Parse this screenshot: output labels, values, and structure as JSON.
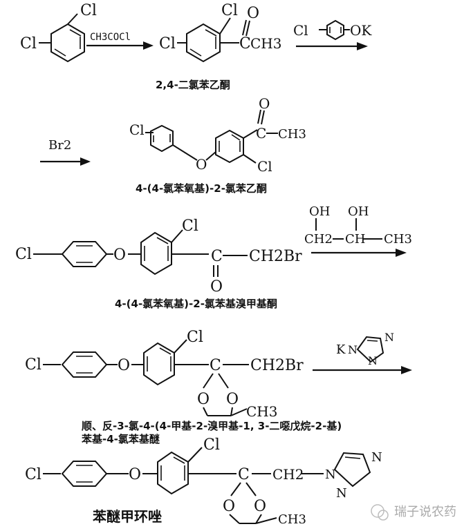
{
  "step1": {
    "reactant_cl_top": "Cl",
    "reactant_cl_left": "Cl",
    "reagent": "CH3COCl",
    "product_cl_top": "Cl",
    "product_cl_left": "Cl",
    "product_o": "O",
    "product_c": "C",
    "product_ch3": "CH3",
    "caption": "2,4-二氯苯乙酮",
    "next_reagent_cl": "Cl",
    "next_reagent_ok": "OK"
  },
  "step2": {
    "reagent": "Br2",
    "cl_left": "Cl",
    "o_bridge": "O",
    "c_label": "C",
    "ch3_label": "CH3",
    "o_top": "O",
    "cl_right": "Cl",
    "caption": "4-(4-氯苯氧基)-2-氯苯乙酮"
  },
  "step3": {
    "cl_left": "Cl",
    "o_bridge": "O",
    "cl_top": "Cl",
    "c_label": "C",
    "o_bottom": "O",
    "ch2br": "CH2Br",
    "reagent_oh1": "OH",
    "reagent_oh2": "OH",
    "reagent_ch2": "CH2",
    "reagent_ch": "CH",
    "reagent_ch3": "CH3",
    "caption": "4-(4-氯苯氧基)-2-氯苯基溴甲基酮"
  },
  "step4": {
    "cl_left": "Cl",
    "o_bridge": "O",
    "cl_top": "Cl",
    "c_label": "C",
    "ch2br": "CH2Br",
    "o_ring1": "O",
    "o_ring2": "O",
    "ch3": "CH3",
    "reagent_k": "K",
    "reagent_n1": "N",
    "reagent_n2": "N",
    "reagent_n3": "N",
    "caption_line1": "顺、反-3-氯-4-(4-甲基-2-溴甲基-1, 3-二噁戊烷-2-基)",
    "caption_line2": "苯基-4-氯苯基醚"
  },
  "step5": {
    "cl_left": "Cl",
    "o_bridge": "O",
    "cl_top": "Cl",
    "c_label": "C",
    "ch2": "CH2",
    "n1": "N",
    "n2": "N",
    "n3": "N",
    "o_ring1": "O",
    "o_ring2": "O",
    "ch3": "CH3",
    "caption": "苯醚甲环唑"
  },
  "watermark": {
    "text": "瑞子说农药"
  }
}
